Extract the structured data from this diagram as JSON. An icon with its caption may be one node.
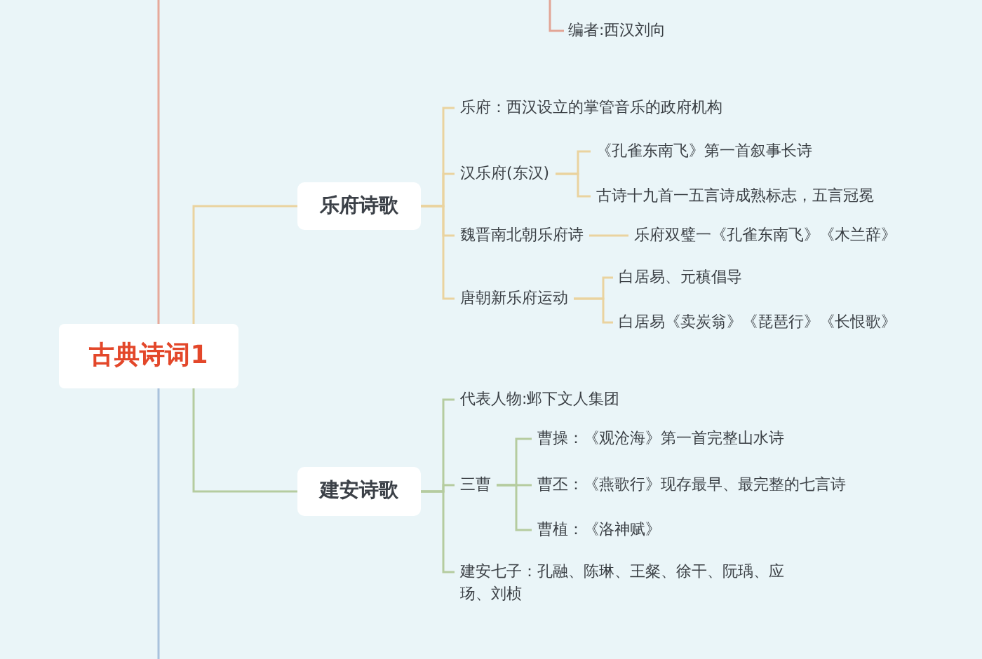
{
  "diagram": {
    "nodes": [
      {
        "text": [
          "古典诗词1"
        ]
      },
      {
        "text": [
          "乐府诗歌"
        ]
      },
      {
        "text": [
          "建安诗歌"
        ]
      },
      {
        "text": [
          "乐府：西汉设立的掌管音乐的政府机构"
        ]
      },
      {
        "text": [
          "汉乐府(东汉)"
        ]
      },
      {
        "text": [
          "《孔雀东南飞》第一首叙事长诗"
        ]
      },
      {
        "text": [
          "古诗十九首一五言诗成熟标志，五言冠冕"
        ]
      },
      {
        "text": [
          "魏晋南北朝乐府诗"
        ]
      },
      {
        "text": [
          "乐府双璧一《孔雀东南飞》《木兰辞》"
        ]
      },
      {
        "text": [
          "唐朝新乐府运动"
        ]
      },
      {
        "text": [
          "白居易、元稹倡导"
        ]
      },
      {
        "text": [
          "白居易《卖炭翁》《琵琶行》《长恨歌》"
        ]
      },
      {
        "text": [
          "代表人物:邺下文人集团"
        ]
      },
      {
        "text": [
          "三曹"
        ]
      },
      {
        "text": [
          "曹操：《观沧海》第一首完整山水诗"
        ]
      },
      {
        "text": [
          "曹丕：《燕歌行》现存最早、最完整的七言诗"
        ]
      },
      {
        "text": [
          "曹植：《洛神赋》"
        ]
      },
      {
        "text": [
          "建安七子：孔融、陈琳、王粲、徐干、阮瑀、应玚、刘桢"
        ]
      },
      {
        "text": [
          "编者:西汉刘向"
        ]
      }
    ],
    "edges": [
      {
        "from": null,
        "to": 18,
        "arrow": "none",
        "color": "#e2a596"
      },
      {
        "from": 0,
        "to": 1,
        "arrow": "none"
      },
      {
        "from": 0,
        "to": 2,
        "arrow": "none",
        "color": "#b5cc9f"
      },
      {
        "from": 1,
        "to": 3,
        "arrow": "none"
      },
      {
        "from": 1,
        "to": 4,
        "arrow": "none"
      },
      {
        "from": 1,
        "to": 7,
        "arrow": "none"
      },
      {
        "from": 1,
        "to": 9,
        "arrow": "none"
      },
      {
        "from": 4,
        "to": 5,
        "arrow": "none"
      },
      {
        "from": 4,
        "to": 6,
        "arrow": "none"
      },
      {
        "from": 7,
        "to": 8,
        "arrow": "none"
      },
      {
        "from": 9,
        "to": 10,
        "arrow": "none"
      },
      {
        "from": 9,
        "to": 11,
        "arrow": "none"
      },
      {
        "from": 2,
        "to": 12,
        "arrow": "none",
        "color": "#b5cc9f"
      },
      {
        "from": 2,
        "to": 13,
        "arrow": "none",
        "color": "#b5cc9f"
      },
      {
        "from": 2,
        "to": 17,
        "arrow": "none",
        "color": "#b5cc9f"
      },
      {
        "from": 13,
        "to": 14,
        "arrow": "none",
        "color": "#b5cc9f"
      },
      {
        "from": 13,
        "to": 15,
        "arrow": "none",
        "color": "#b5cc9f"
      },
      {
        "from": 13,
        "to": 16,
        "arrow": "none",
        "color": "#b5cc9f"
      }
    ]
  }
}
